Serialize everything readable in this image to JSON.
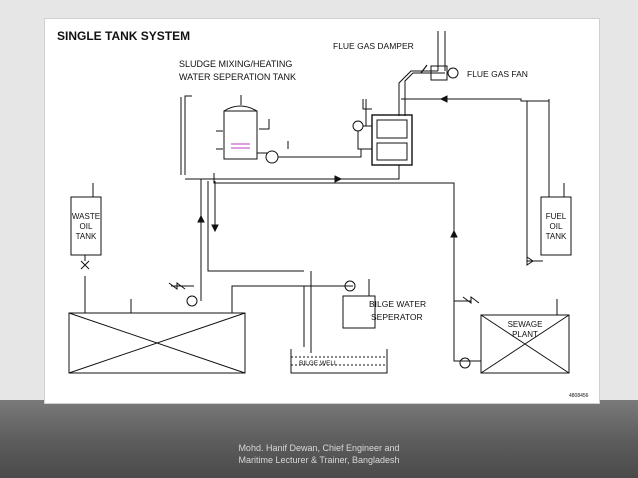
{
  "diagram": {
    "title": "SINGLE TANK SYSTEM",
    "labels": {
      "flue_gas_damper": "FLUE GAS DAMPER",
      "flue_gas_fan": "FLUE GAS FAN",
      "sludge_line1": "SLUDGE MIXING/HEATING",
      "sludge_line2": "WATER SEPERATION TANK",
      "waste_oil_1": "WASTE",
      "waste_oil_2": "OIL",
      "waste_oil_3": "TANK",
      "fuel_oil_1": "FUEL",
      "fuel_oil_2": "OIL",
      "fuel_oil_3": "TANK",
      "bilge_sep_1": "BILGE WATER",
      "bilge_sep_2": "SEPERATOR",
      "sewage_1": "SEWAGE",
      "sewage_2": "PLANT",
      "bilge_well": "BILGE WELL",
      "drawing_no": "4808456"
    }
  },
  "footer": {
    "line1": "Mohd. Hanif Dewan, Chief Engineer and",
    "line2": "Maritime Lecturer & Trainer, Bangladesh"
  }
}
